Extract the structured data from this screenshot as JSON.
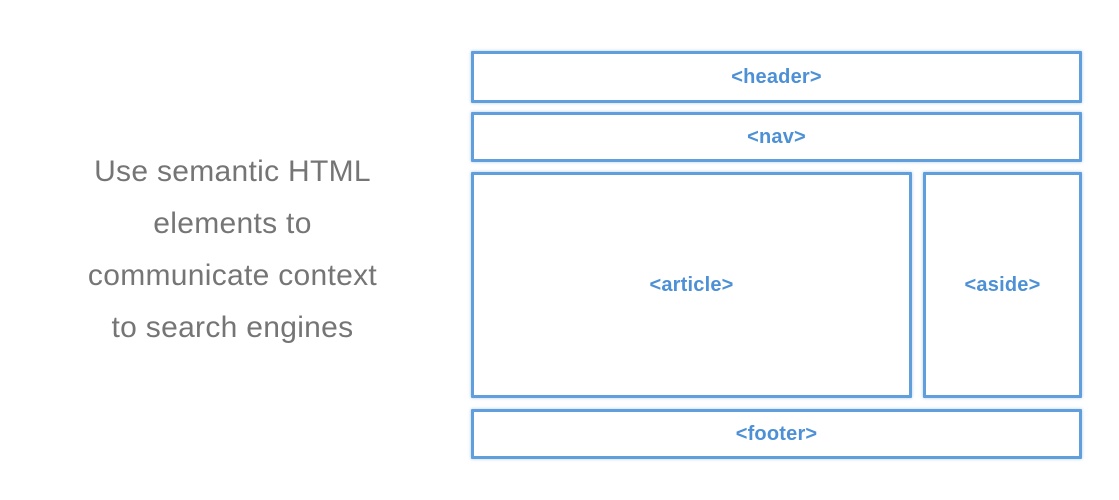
{
  "theme": {
    "border-color": "#609fdb",
    "label-color": "#4d90d5",
    "caption-color": "#757575"
  },
  "caption": {
    "full_text": "Use semantic HTML elements to communicate context to search engines",
    "lines": [
      "Use semantic HTML",
      "elements to",
      "communicate context",
      "to search engines"
    ]
  },
  "diagram": {
    "description": "wireframe of a web page layout built with semantic HTML elements",
    "boxes": [
      {
        "id": "header",
        "label": "<header>"
      },
      {
        "id": "nav",
        "label": "<nav>"
      },
      {
        "id": "article",
        "label": "<article>"
      },
      {
        "id": "aside",
        "label": "<aside>"
      },
      {
        "id": "footer",
        "label": "<footer>"
      }
    ]
  }
}
